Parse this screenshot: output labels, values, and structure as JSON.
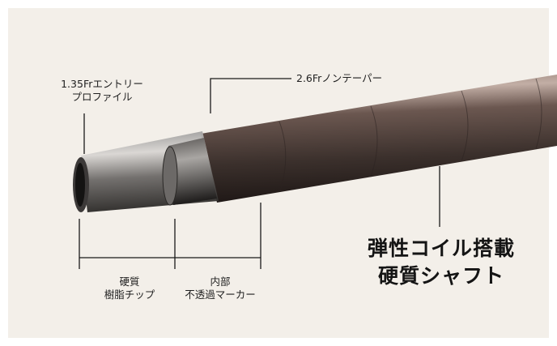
{
  "labels": {
    "entry_profile": [
      "1.35Frエントリー",
      "プロファイル"
    ],
    "non_taper": "2.6Frノンテーパー",
    "hard_tip": [
      "硬質",
      "樹脂チップ"
    ],
    "marker": [
      "内部",
      "不透過マーカー"
    ],
    "shaft": [
      "弾性コイル搭載",
      "硬質シャフト"
    ]
  },
  "colors": {
    "background": "#f3efe9",
    "shaft_dark": "#2a221f",
    "shaft_mid": "#6e5a52",
    "shaft_highlight": "#b8a39a",
    "line": "#1a1a1a"
  }
}
